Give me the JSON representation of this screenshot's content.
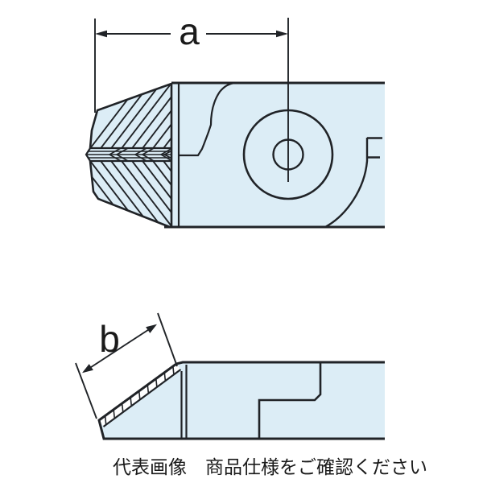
{
  "figure": {
    "caption": "代表画像　商品仕様をご確認ください",
    "dimensions": {
      "a_label": "a",
      "b_label": "b"
    },
    "colors": {
      "part_fill": "#dcedf6",
      "line": "#202327",
      "text": "#1a1a1a",
      "background": "#ffffff"
    }
  }
}
